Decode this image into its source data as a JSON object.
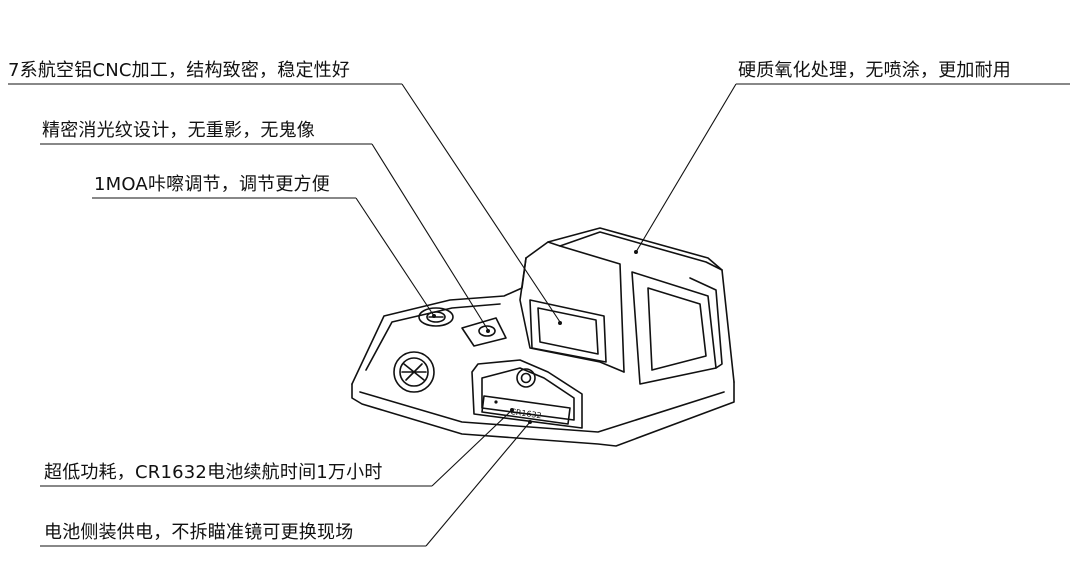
{
  "callouts": {
    "aluminum_cnc": "7系航空铝CNC加工，结构致密，稳定性好",
    "anti_glare": "精密消光纹设计，无重影，无鬼像",
    "moa_click": "1MOA咔嚓调节，调节更方便",
    "hard_anodized": "硬质氧化处理，无喷涂，更加耐用",
    "low_power": "超低功耗，CR1632电池续航时间1万小时",
    "side_battery": "电池侧装供电，不拆瞄准镜可更换现场"
  },
  "battery_label": "CR1632",
  "colors": {
    "ink": "#111111",
    "background": "#ffffff"
  }
}
